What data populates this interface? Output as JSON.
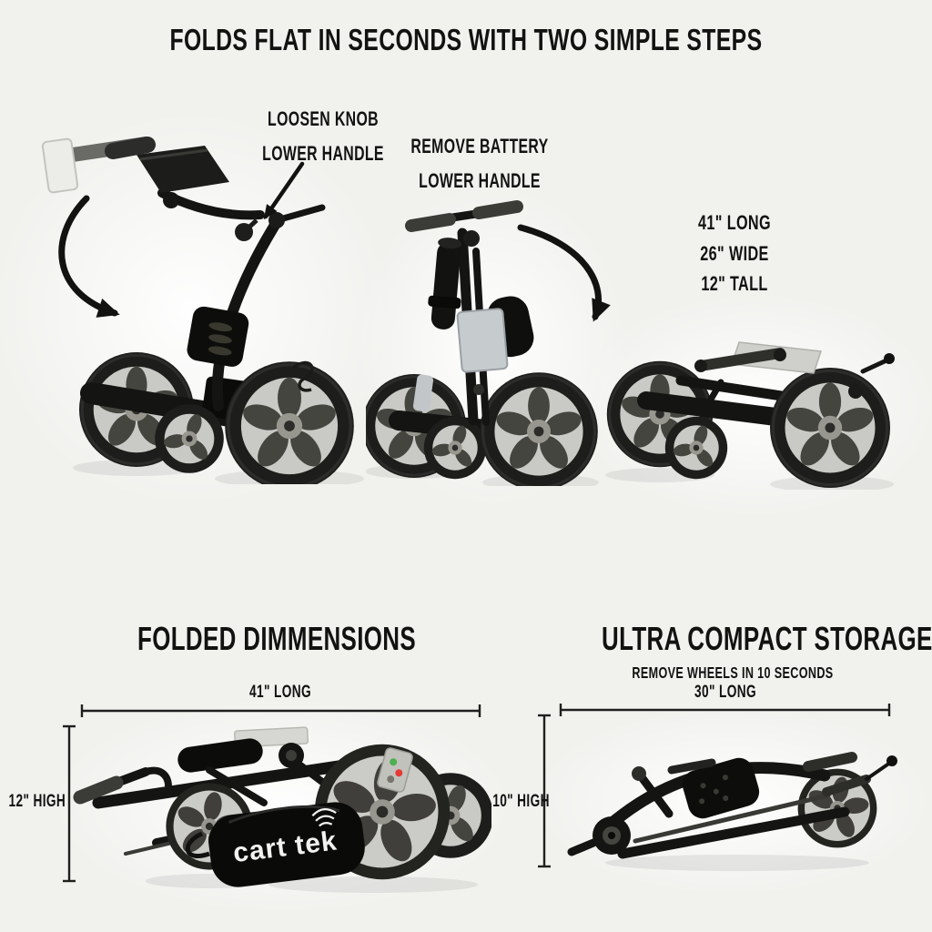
{
  "page": {
    "title": "FOLDS FLAT IN SECONDS WITH TWO SIMPLE STEPS",
    "background_color": "#f1f1ee",
    "ink_color": "#121211"
  },
  "steps": {
    "step1": {
      "line1": "LOOSEN KNOB",
      "line2": "LOWER HANDLE"
    },
    "step2": {
      "line1": "REMOVE BATTERY",
      "line2": "LOWER HANDLE"
    },
    "folded_specs": [
      "41\" LONG",
      "26\" WIDE",
      "12\" TALL"
    ]
  },
  "folded_dimensions": {
    "heading": "FOLDED DIMMENSIONS",
    "length_label": "41\" LONG",
    "height_label": "12\" HIGH"
  },
  "compact_storage": {
    "heading": "ULTRA COMPACT STORAGE",
    "subheading": "REMOVE WHEELS IN 10 SECONDS",
    "length_label": "30\" LONG",
    "height_label": "10\" HIGH"
  },
  "brand": {
    "logo_text": "cart tek"
  },
  "colors": {
    "tire": "#1d1d1b",
    "rim": "#c9c9c5",
    "frame": "#141413",
    "plate": "#cfd0cb"
  }
}
